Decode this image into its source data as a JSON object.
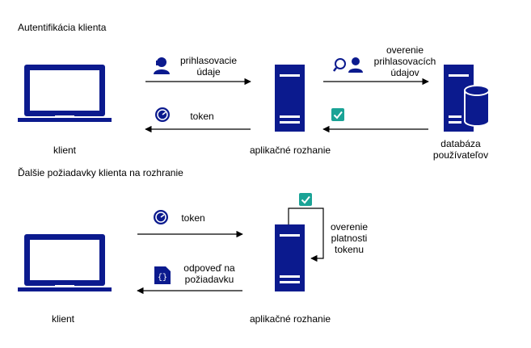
{
  "section1": {
    "title": "Autentifikácia klienta",
    "client_label": "klient",
    "credentials_label": [
      "prihlasovacie",
      "údaje"
    ],
    "verify_label": [
      "overenie",
      "prihlasovacích",
      "údajov"
    ],
    "token_label": "token",
    "server_label": "aplikačné rozhanie",
    "db_label": [
      "databáza",
      "používateľov"
    ]
  },
  "section2": {
    "title": "Ďalšie požiadavky klienta na rozhranie",
    "client_label": "klient",
    "token_label": "token",
    "validate_label": [
      "overenie",
      "platnosti",
      "tokenu"
    ],
    "response_label": [
      "odpoveď na",
      "požiadavku"
    ],
    "server_label": "aplikačné rozhanie"
  },
  "icons": {
    "laptop": "laptop-icon",
    "server": "server-icon",
    "database": "database-icon",
    "user": "user-icon",
    "user_search": "user-search-icon",
    "token": "token-icon",
    "check": "checkmark-icon",
    "json": "json-document-icon"
  },
  "colors": {
    "primary": "#0b1a8e",
    "check": "#1aa396",
    "text": "#000000"
  }
}
